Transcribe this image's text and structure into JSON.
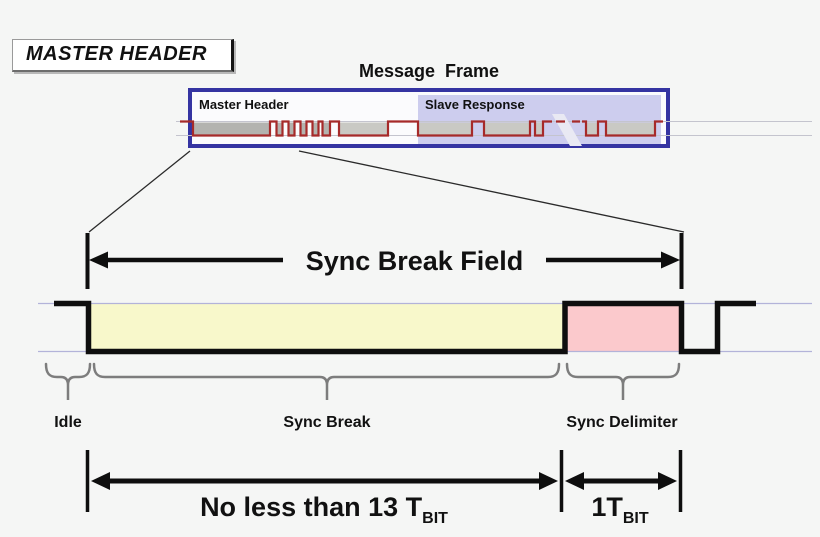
{
  "badge": {
    "label": "MASTER HEADER"
  },
  "frame": {
    "title": "Message Frame",
    "master_label": "Master Header",
    "slave_label": "Slave Response"
  },
  "sync_field": {
    "label": "Sync Break Field"
  },
  "wave_labels": {
    "idle": "Idle",
    "sync_break": "Sync Break",
    "sync_delimiter": "Sync Delimiter"
  },
  "dims": {
    "break_text": "No less than 13 T",
    "break_sub": "BIT",
    "delim_text": "1T",
    "delim_sub": "BIT"
  },
  "colors": {
    "background": "#f5f6f5",
    "frame_border": "#3534a2",
    "slave_panel": "#cdcdee",
    "frame_waveform": "#a62a2a",
    "frame_fill_break": "#b3b3af",
    "frame_fill_byte": "#c9c9c4",
    "sync_break_fill": "#f8f8cb",
    "sync_delimiter_fill": "#fbc9cc",
    "signal_rail": "#b3b3d9",
    "main_waveform": "#0e0e0e",
    "brace": "#7d7d7d"
  }
}
